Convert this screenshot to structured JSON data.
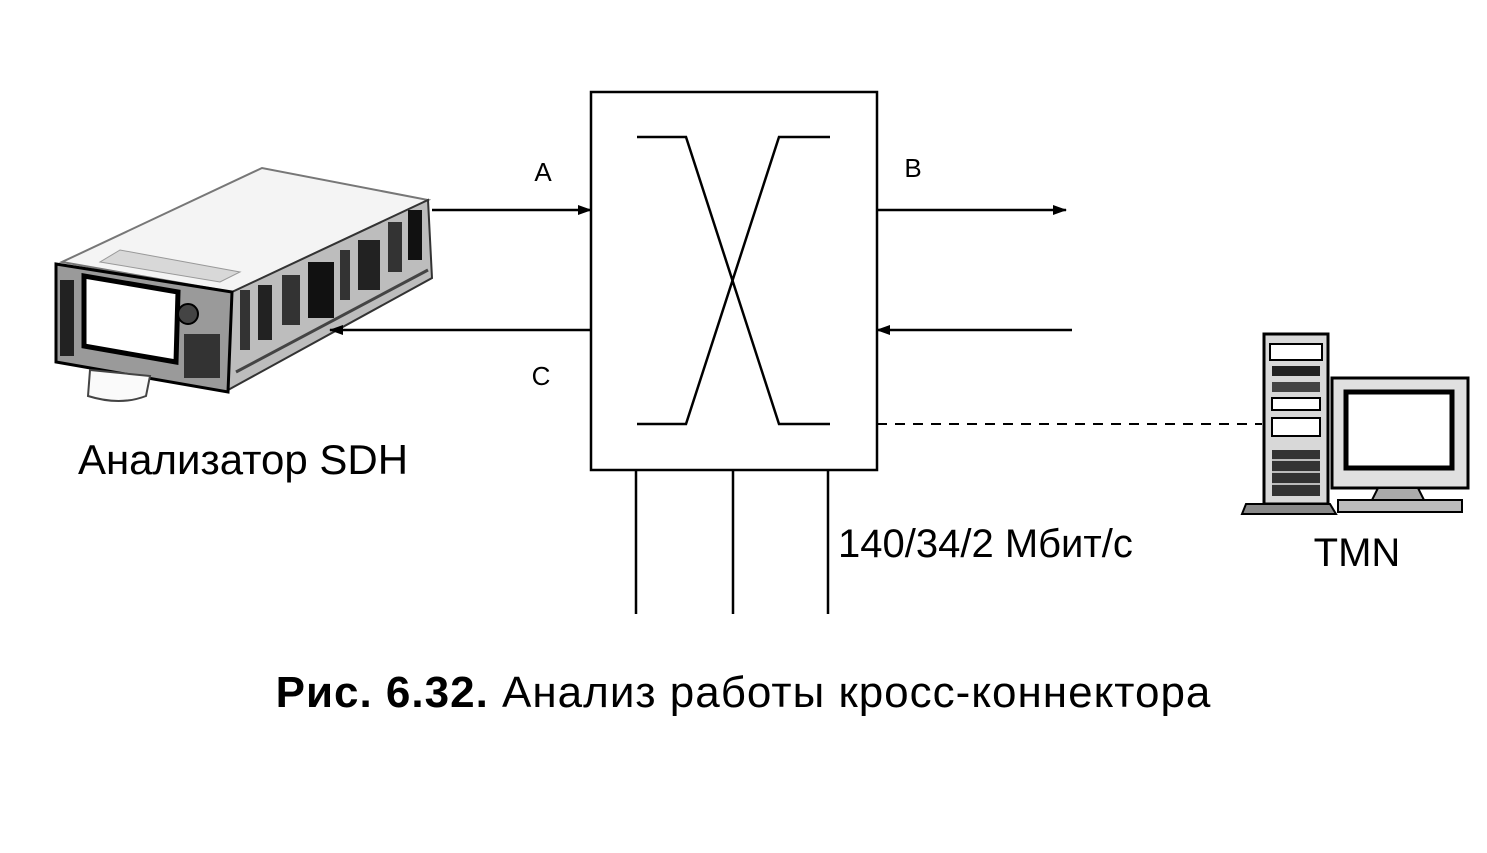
{
  "diagram": {
    "ports": {
      "a": "A",
      "b": "B",
      "c": "C"
    },
    "analyzer_label": "Анализатор SDH",
    "rate_label": "140/34/2 Мбит/с",
    "tmn_label": "TMN"
  },
  "caption": {
    "number": "Рис. 6.32.",
    "text": " Анализ работы кросс-коннектора"
  }
}
